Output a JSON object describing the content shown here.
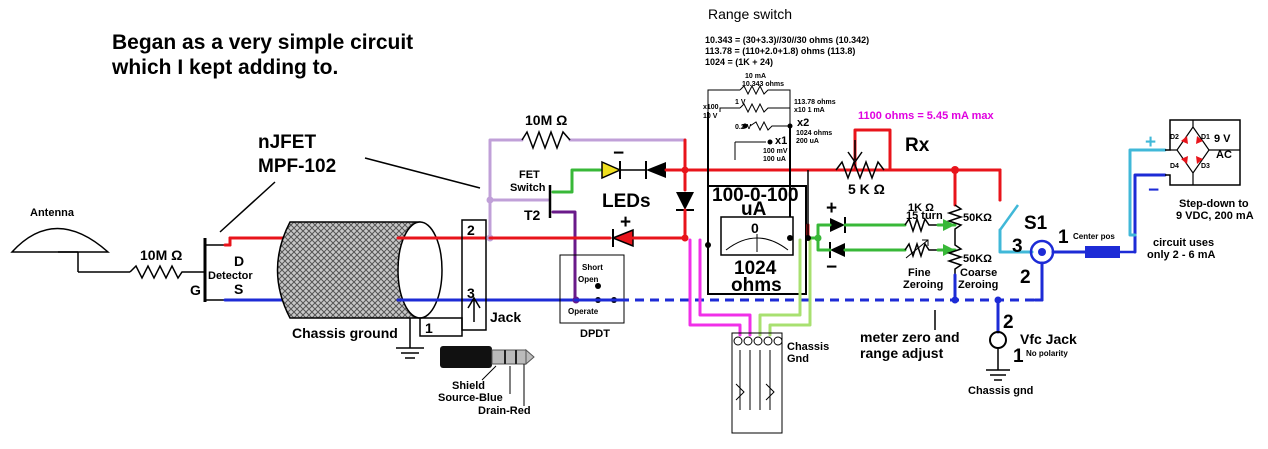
{
  "title_line1": "Began as a very simple circuit",
  "title_line2": "which I kept adding to.",
  "range_switch": {
    "title": "Range switch",
    "note1": "10.343 = (30+3.3)//30//30 ohms (10.342)",
    "note2": "113.78 = (110+2.0+1.8) ohms (113.8)",
    "note3": "1024 = (1K + 24)",
    "r_10ma": "10 mA",
    "r_10ohm": "10.343 ohms",
    "r_x100": "x100",
    "r_10v": "10 V",
    "r_1v": "1 V",
    "r_113": "113.78 ohms",
    "r_x10": "x10  1 mA",
    "r_02v": "0.2 V",
    "r_x2": "x2",
    "r_1024": "1024 ohms",
    "r_200ua": "200 uA",
    "r_x1": "x1",
    "r_100mv": "100 mV",
    "r_100ua": "100 uA"
  },
  "rx_note": "1100 ohms = 5.45 mA max",
  "labels": {
    "antenna": "Antenna",
    "r_10m_in": "10M Ω",
    "d": "D",
    "detector": "Detector",
    "g": "G",
    "s": "S",
    "njfet": "nJFET",
    "mpf": "MPF-102",
    "chassis_ground": "Chassis ground",
    "jack_2": "2",
    "jack_3": "3",
    "jack_1": "1",
    "jack": "Jack",
    "shield": "Shield",
    "source_blue": "Source-Blue",
    "drain_red": "Drain-Red",
    "r_10m_fb": "10M Ω",
    "fet_switch_1": "FET",
    "fet_switch_2": "Switch",
    "t2": "T2",
    "leds": "LEDs",
    "led_minus": "−",
    "led_plus": "+",
    "short": "Short",
    "open": "Open",
    "operate": "Operate",
    "dpdt": "DPDT",
    "meter_scale": "100-0-100",
    "meter_unit": "uA",
    "meter_zero": "0",
    "meter_ohms_1": "1024",
    "meter_ohms_2": "ohms",
    "chassis_gnd_mid_1": "Chassis",
    "chassis_gnd_mid_2": "Gnd",
    "pot_5k": "5 K Ω",
    "rx": "Rx",
    "plus_mid": "+",
    "minus_mid": "−",
    "r_1k": "1K Ω",
    "turn15": "15 turn",
    "fine_1": "Fine",
    "fine_2": "Zeroing",
    "r_50k_top": "50KΩ",
    "r_50k_bot": "50KΩ",
    "coarse_1": "Coarse",
    "coarse_2": "Zeroing",
    "s1": "S1",
    "meter_adj_1": "meter zero and",
    "meter_adj_2": "range adjust",
    "num_3": "3",
    "num_1": "1",
    "num_2": "2",
    "center_pos": "Center pos",
    "vfc_num_2": "2",
    "vfc_num_1": "1",
    "vfc_jack": "Vfc Jack",
    "no_polarity": "No polarity",
    "chassis_gnd_right": "Chassis gnd",
    "circuit_uses_1": "circuit uses",
    "circuit_uses_2": "only 2 - 6 mA",
    "supply_plus": "+",
    "supply_minus": "−",
    "stepdown_1": "Step-down to",
    "stepdown_2": "9 VDC, 200 mA",
    "ac_9v": "9 V",
    "ac": "AC",
    "d1": "D1",
    "d2": "D2",
    "d3": "D3",
    "d4": "D4"
  },
  "colors": {
    "drain": "#e8141b",
    "source": "#1d2bd6",
    "feedback": "#c0a0d8",
    "led_yellow": "#f0e020",
    "led_red": "#e8141b",
    "meter_lead_pink": "#f030e8",
    "meter_lead_green": "#a8e070",
    "zero_green": "#38b838",
    "supply_cyan": "#40b8d8",
    "rx_note": "#e000e0"
  }
}
